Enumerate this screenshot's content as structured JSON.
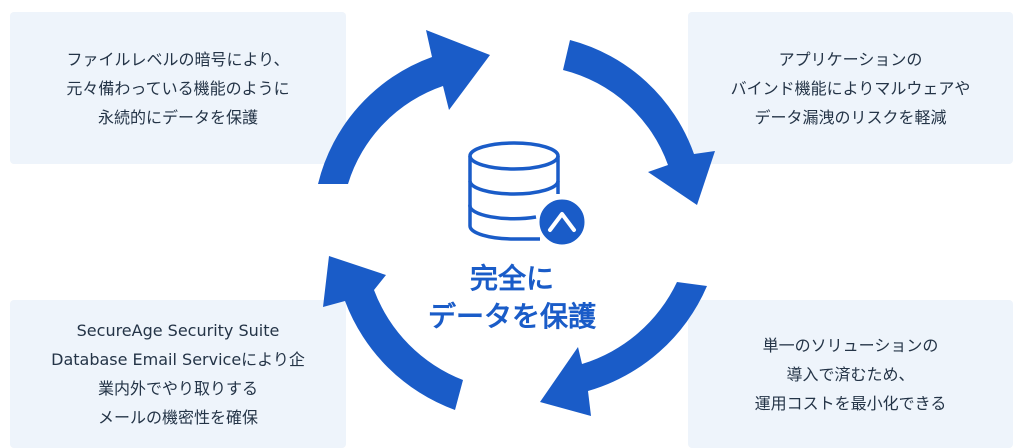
{
  "colors": {
    "accent": "#1a5cc8",
    "box_bg": "#eef4fb",
    "text": "#243447"
  },
  "center": {
    "icon": "database-shield-icon",
    "title_lines": [
      "完全に",
      "データを保護"
    ]
  },
  "boxes": {
    "top_left": {
      "lines": [
        "ファイルレベルの暗号により、",
        "元々備わっている機能のように",
        "永続的にデータを保護"
      ]
    },
    "top_right": {
      "lines": [
        "アプリケーションの",
        "バインド機能によりマルウェアや",
        "データ漏洩のリスクを軽減"
      ]
    },
    "bottom_left": {
      "lines": [
        "SecureAge Security Suite",
        "Database Email Serviceにより企",
        "業内外でやり取りする",
        "メールの機密性を確保"
      ]
    },
    "bottom_right": {
      "lines": [
        "単一のソリューションの",
        "導入で済むため、",
        "運用コストを最小化できる"
      ]
    }
  }
}
